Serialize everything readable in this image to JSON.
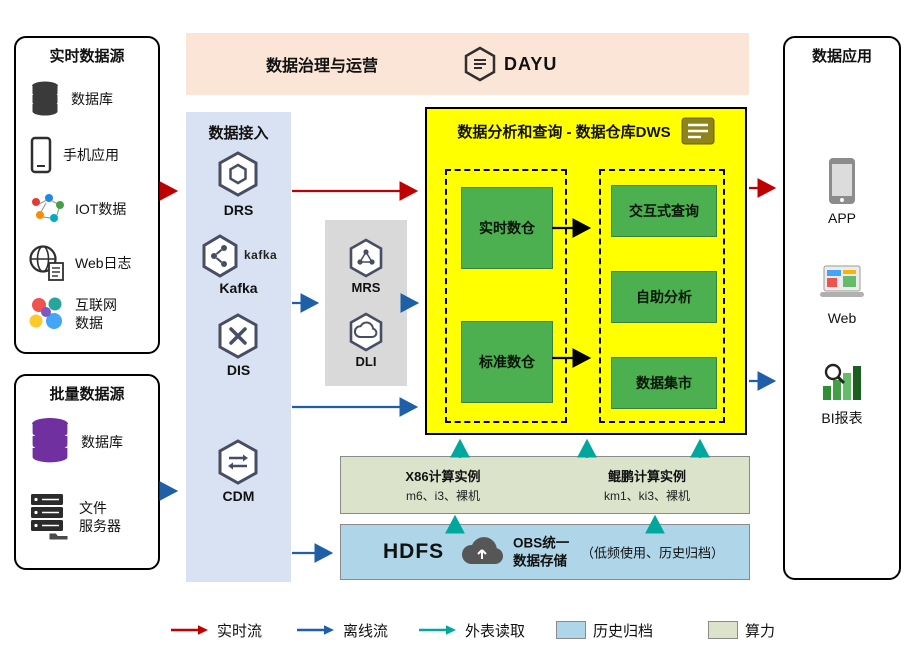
{
  "colors": {
    "realtime": "#c00000",
    "offline": "#1f5fa8",
    "external": "#00a79d",
    "archive": "#aed5e8",
    "compute": "#dce3cb",
    "dws": "#ffff00",
    "greenBox": "#4caf50",
    "accessBg": "#d9e2f3",
    "governanceBg": "#fbe5d6",
    "grayBg": "#d9d9d9"
  },
  "sources_realtime": {
    "title": "实时数据源",
    "items": [
      {
        "label": "数据库"
      },
      {
        "label": "手机应用"
      },
      {
        "label": "IOT数据"
      },
      {
        "label": "Web日志"
      },
      {
        "label": "互联网\n数据"
      }
    ]
  },
  "sources_batch": {
    "title": "批量数据源",
    "items": [
      {
        "label": "数据库"
      },
      {
        "label": "文件\n服务器"
      }
    ]
  },
  "governance": {
    "title": "数据治理与运营",
    "brand": "DAYU"
  },
  "access": {
    "title": "数据接入",
    "items": [
      {
        "label": "DRS"
      },
      {
        "label": "Kafka",
        "logo": "kafka"
      },
      {
        "label": "DIS"
      },
      {
        "label": "CDM"
      }
    ]
  },
  "middleware": {
    "items": [
      {
        "label": "MRS"
      },
      {
        "label": "DLI"
      }
    ]
  },
  "dws": {
    "title": "数据分析和查询 - 数据仓库DWS",
    "warehouses": [
      {
        "label": "实时数仓"
      },
      {
        "label": "标准数仓"
      }
    ],
    "services": [
      {
        "label": "交互式查询"
      },
      {
        "label": "自助分析"
      },
      {
        "label": "数据集市"
      }
    ]
  },
  "compute": {
    "x86_title": "X86计算实例",
    "x86_sub": "m6、i3、裸机",
    "kunpeng_title": "鲲鹏计算实例",
    "kunpeng_sub": "km1、ki3、裸机"
  },
  "storage": {
    "hdfs": "HDFS",
    "obs": "OBS统一\n数据存储",
    "note": "（低频使用、历史归档）"
  },
  "apps": {
    "title": "数据应用",
    "items": [
      {
        "label": "APP"
      },
      {
        "label": "Web"
      },
      {
        "label": "BI报表"
      }
    ]
  },
  "legend": {
    "realtime": "实时流",
    "offline": "离线流",
    "external": "外表读取",
    "archive": "历史归档",
    "compute": "算力"
  }
}
